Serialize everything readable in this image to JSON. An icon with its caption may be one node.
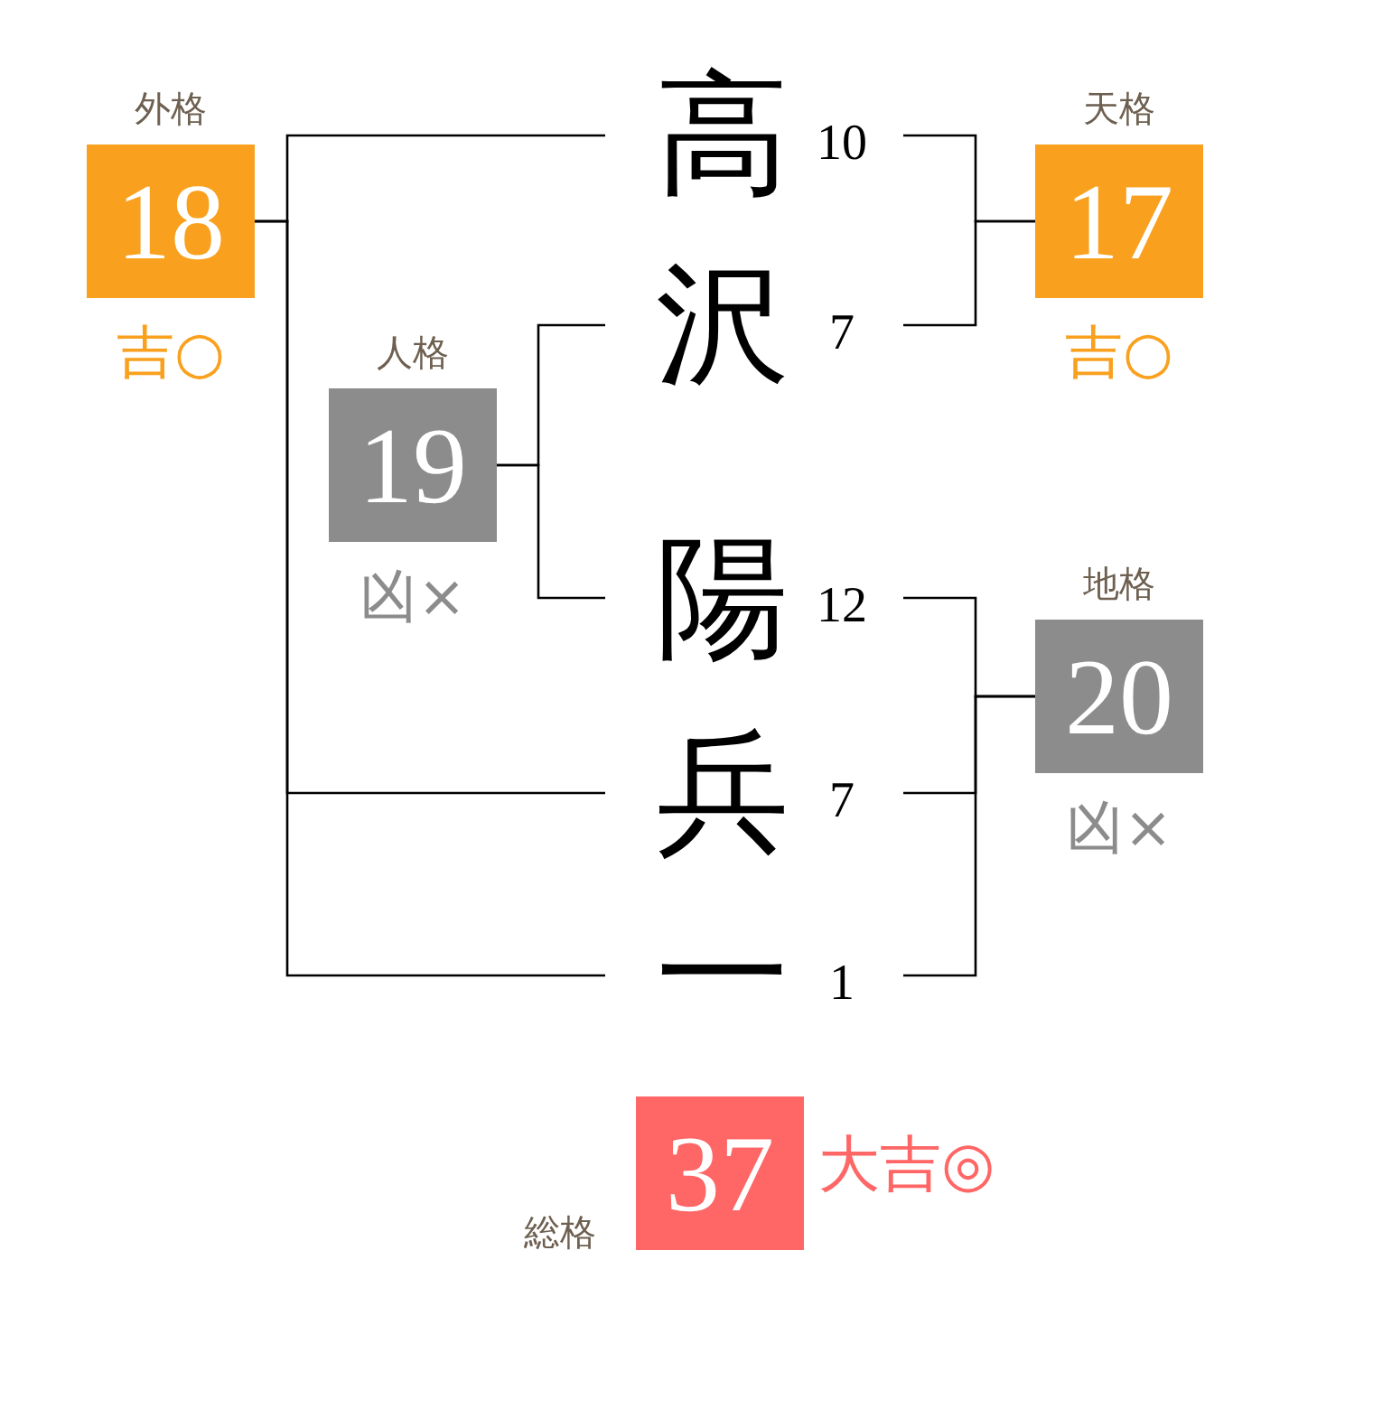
{
  "diagram": {
    "nodes": [
      {
        "text": [
          "外格",
          "18"
        ],
        "beside": [
          "吉○"
        ]
      },
      {
        "text": [
          "高"
        ],
        "beside": [
          "10"
        ]
      },
      {
        "text": [
          "天格",
          "17"
        ],
        "beside": [
          "吉○"
        ]
      },
      {
        "text": [
          "沢"
        ],
        "beside": [
          "7"
        ]
      },
      {
        "text": [
          "人格",
          "19"
        ],
        "beside": [
          "凶×"
        ]
      },
      {
        "text": [
          "陽"
        ],
        "beside": [
          "12"
        ]
      },
      {
        "text": [
          "地格",
          "20"
        ],
        "beside": [
          "凶×"
        ]
      },
      {
        "text": [
          "兵"
        ],
        "beside": [
          "7"
        ]
      },
      {
        "text": [
          "一"
        ],
        "beside": [
          "1"
        ]
      },
      {
        "text": [
          "総格",
          "37"
        ],
        "beside": [
          "大吉◎"
        ]
      }
    ],
    "edges": [
      {
        "from": 0,
        "to": 1,
        "arrow": "none"
      },
      {
        "from": 0,
        "to": 7,
        "arrow": "none"
      },
      {
        "from": 0,
        "to": 8,
        "arrow": "none"
      },
      {
        "from": 2,
        "to": 1,
        "arrow": "none"
      },
      {
        "from": 2,
        "to": 3,
        "arrow": "none"
      },
      {
        "from": 4,
        "to": 3,
        "arrow": "none"
      },
      {
        "from": 4,
        "to": 5,
        "arrow": "none"
      },
      {
        "from": 6,
        "to": 5,
        "arrow": "none"
      },
      {
        "from": 6,
        "to": 7,
        "arrow": "none"
      },
      {
        "from": 6,
        "to": 8,
        "arrow": "none"
      }
    ]
  }
}
